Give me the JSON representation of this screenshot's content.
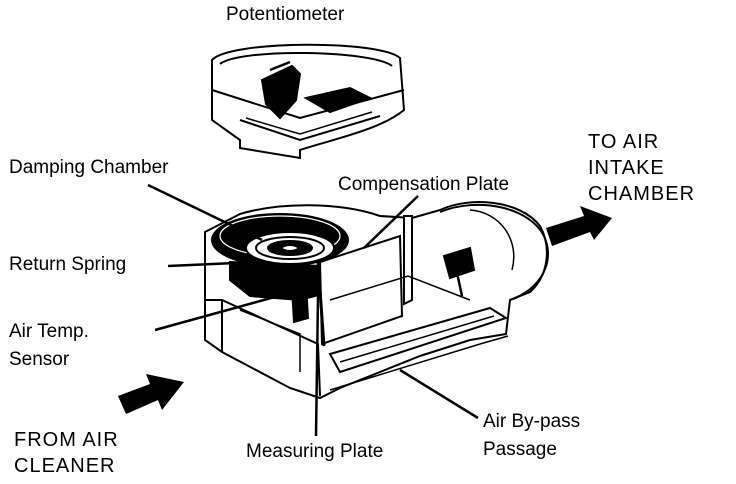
{
  "labels": {
    "potentiometer": "Potentiometer",
    "damping_chamber": "Damping Chamber",
    "compensation_plate": "Compensation Plate",
    "return_spring": "Return Spring",
    "air_temp_sensor_line1": "Air Temp.",
    "air_temp_sensor_line2": "Sensor",
    "measuring_plate": "Measuring Plate",
    "air_bypass_line1": "Air By-pass",
    "air_bypass_line2": "Passage",
    "to_air_line1": "TO AIR",
    "to_air_line2": "INTAKE",
    "to_air_line3": "CHAMBER",
    "from_air_line1": "FROM AIR",
    "from_air_line2": "CLEANER"
  },
  "colors": {
    "ink": "#000000",
    "paper": "#ffffff"
  }
}
